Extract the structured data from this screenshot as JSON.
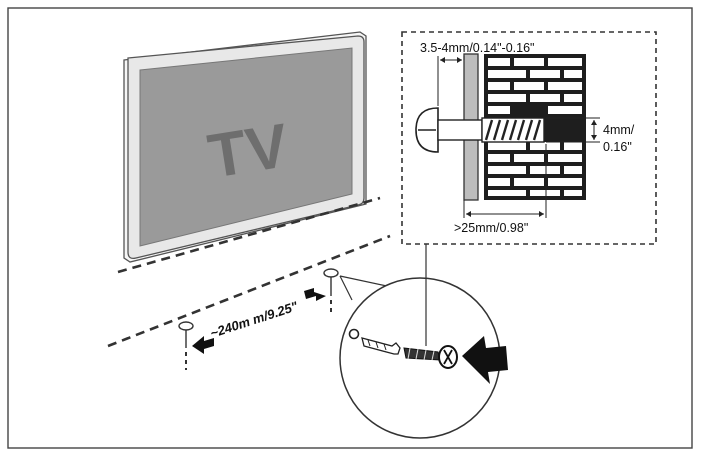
{
  "tv": {
    "label": "TV"
  },
  "measurements": {
    "screw_head_gap": "3.5-4mm/0.14\"-0.16\"",
    "screw_diameter_line1": "4mm/",
    "screw_diameter_line2": "0.16\"",
    "screw_depth": ">25mm/0.98\"",
    "hole_spacing": "~240m m/9.25\""
  },
  "colors": {
    "line": "#2a2a2a",
    "tv_bezel": "#e8e8e8",
    "tv_screen": "#9a9a9a",
    "tv_label": "#6e6e6e",
    "mortar": "#ffffff",
    "brick": "#1e1e1e",
    "plate": "#bdbdbd"
  }
}
